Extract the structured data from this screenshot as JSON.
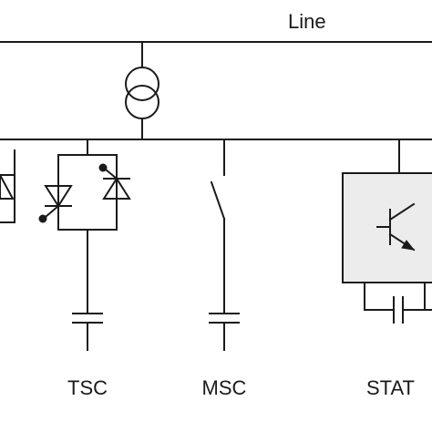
{
  "diagram": {
    "line_label": "Line",
    "branches": [
      {
        "label": "TSC"
      },
      {
        "label": "MSC"
      },
      {
        "label": "STAT"
      }
    ]
  }
}
